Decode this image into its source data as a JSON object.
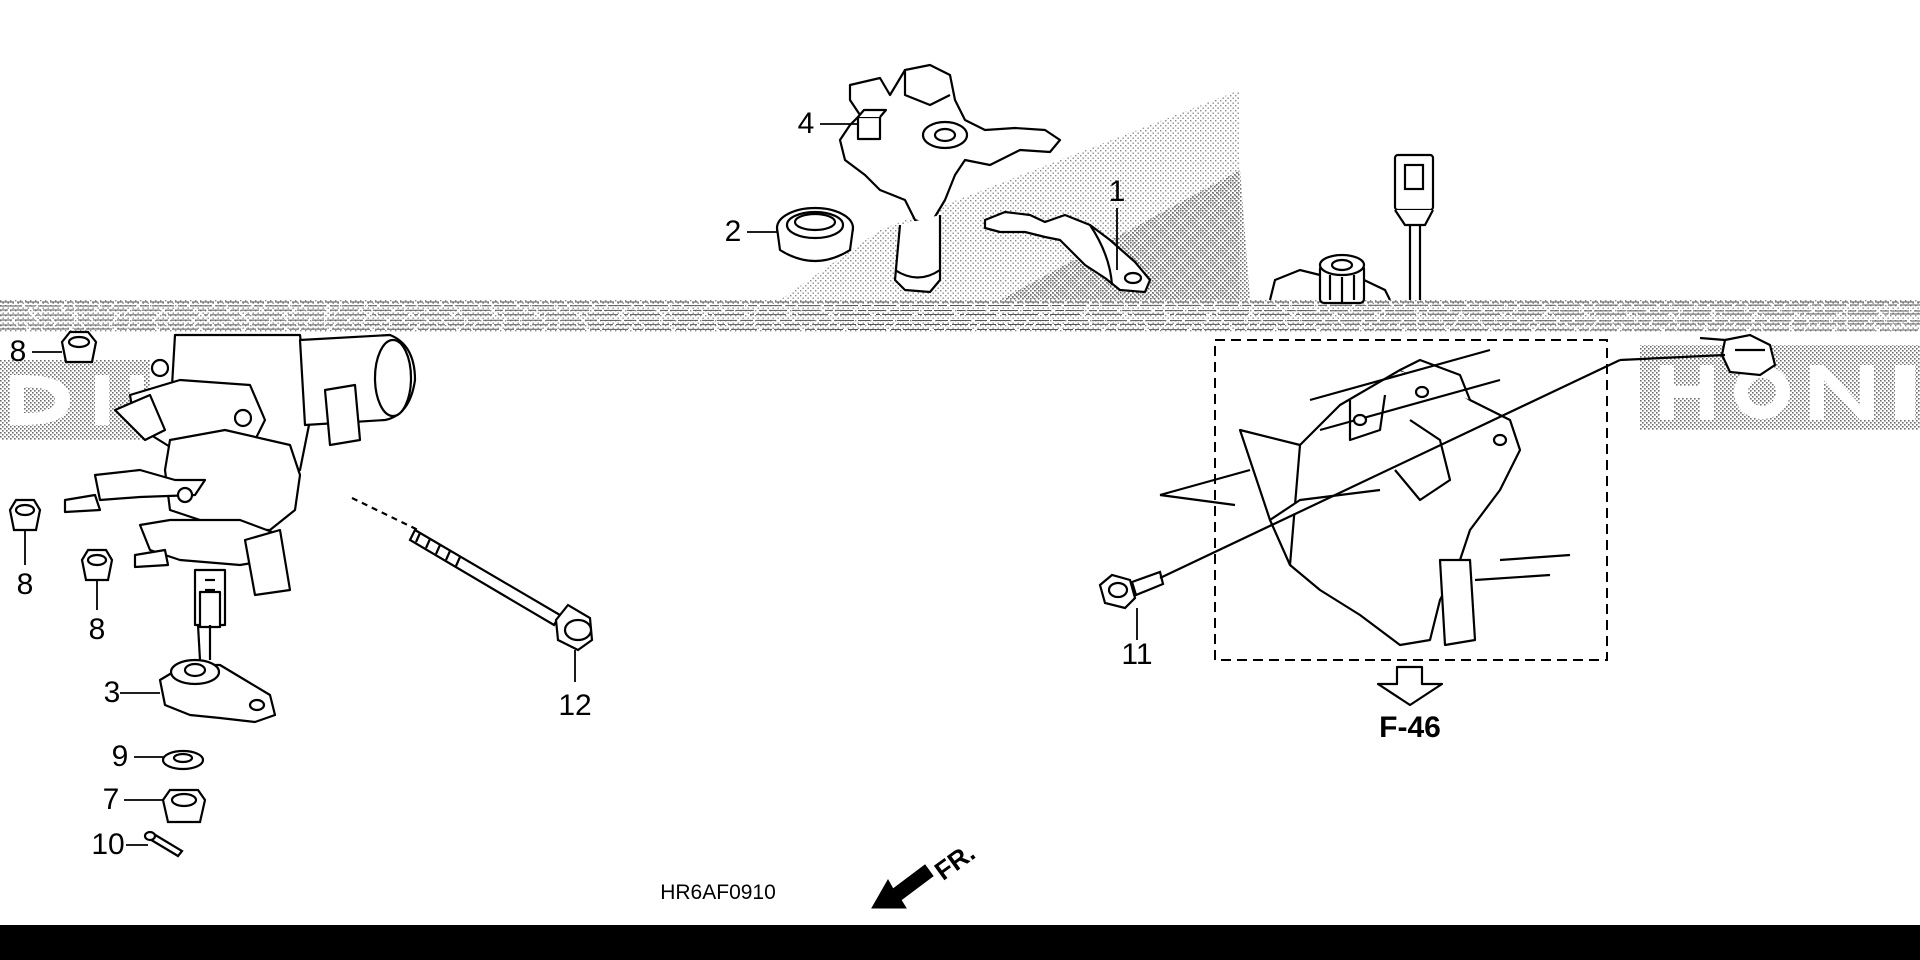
{
  "diagram_code": "HR6AF0910",
  "reference_page": "F-46",
  "front_indicator": "FR.",
  "callouts": [
    "1",
    "2",
    "3",
    "4",
    "7",
    "8",
    "8",
    "8",
    "9",
    "10",
    "11",
    "12"
  ],
  "colors": {
    "line": "#000000",
    "background": "#ffffff",
    "bottom_bar": "#000000",
    "stipple": "#7a7a7a"
  },
  "icons": {
    "front_arrow": "front-direction-arrow-icon",
    "reference_arrow": "hollow-down-arrow-icon"
  }
}
